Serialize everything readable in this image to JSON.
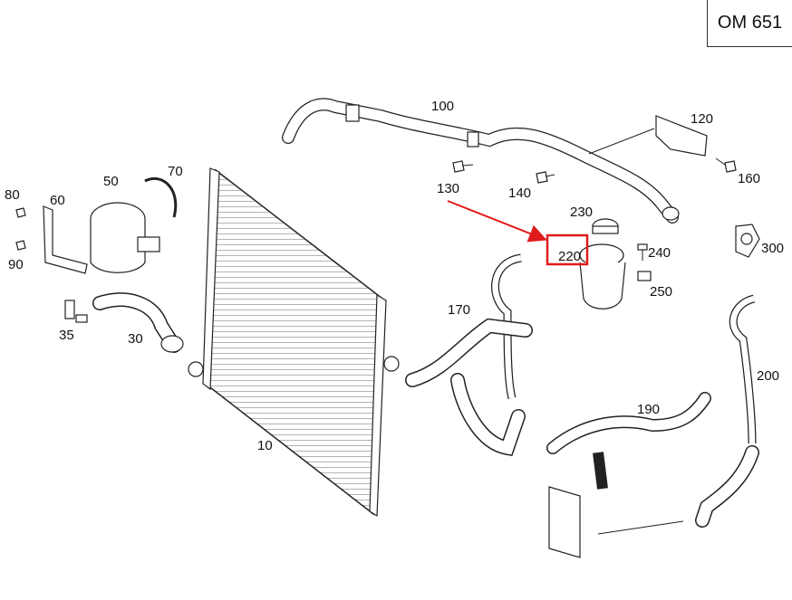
{
  "engine_code": "OM 651",
  "highlight_color": "#e01b1b",
  "highlighted_part": "220",
  "callouts": {
    "c10": "10",
    "c30": "30",
    "c35": "35",
    "c50": "50",
    "c60": "60",
    "c70": "70",
    "c80": "80",
    "c90": "90",
    "c100": "100",
    "c120": "120",
    "c130": "130",
    "c140": "140",
    "c160": "160",
    "c170": "170",
    "c190": "190",
    "c200": "200",
    "c220": "220",
    "c230": "230",
    "c240": "240",
    "c250": "250",
    "c300": "300"
  }
}
